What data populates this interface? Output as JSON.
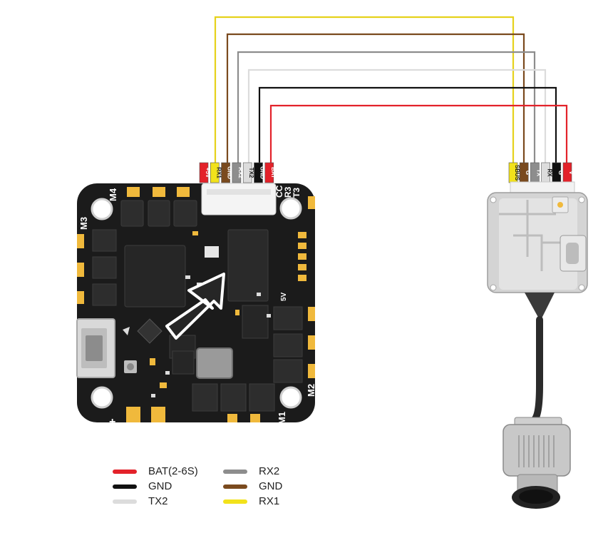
{
  "flight_controller": {
    "connector_pins": [
      {
        "label": "+5V",
        "color": "#e3222a",
        "text_color": "#ffffff"
      },
      {
        "label": "RX1",
        "color": "#f2e21b",
        "text_color": "#222222"
      },
      {
        "label": "GND",
        "color": "#7a4a1e",
        "text_color": "#ffffff"
      },
      {
        "label": "RX2",
        "color": "#8d8d8d",
        "text_color": "#ffffff"
      },
      {
        "label": "TX2",
        "color": "#dcdcdc",
        "text_color": "#222222"
      },
      {
        "label": "GND",
        "color": "#111111",
        "text_color": "#ffffff"
      },
      {
        "label": "BAT",
        "color": "#e3222a",
        "text_color": "#ffffff"
      }
    ],
    "silkscreen": {
      "m1": "M1",
      "m2": "M2",
      "m3": "M3",
      "m4": "M4",
      "cc": "CC",
      "r3": "R3",
      "t3": "T3",
      "fivev": "5V",
      "plus": "+"
    }
  },
  "vtx": {
    "connector_pins": [
      {
        "label": "SBUS",
        "color": "#f2e21b",
        "text_color": "#222222"
      },
      {
        "label": "G",
        "color": "#7a4a1e",
        "text_color": "#ffffff"
      },
      {
        "label": "TX",
        "color": "#8d8d8d",
        "text_color": "#ffffff"
      },
      {
        "label": "RX",
        "color": "#dcdcdc",
        "text_color": "#222222"
      },
      {
        "label": "G",
        "color": "#111111",
        "text_color": "#ffffff"
      },
      {
        "label": "V",
        "color": "#e3222a",
        "text_color": "#ffffff"
      }
    ]
  },
  "legend": [
    {
      "label": "BAT(2-6S)",
      "color": "#e3222a"
    },
    {
      "label": "GND",
      "color": "#111111"
    },
    {
      "label": "TX2",
      "color": "#dcdcdc"
    },
    {
      "label": "RX2",
      "color": "#8d8d8d"
    },
    {
      "label": "GND",
      "color": "#7a4a1e"
    },
    {
      "label": "RX1",
      "color": "#f2e21b"
    }
  ]
}
